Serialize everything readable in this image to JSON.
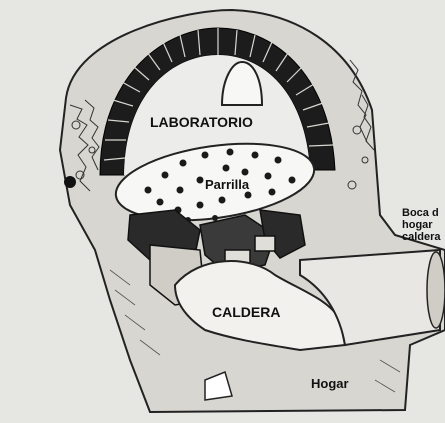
{
  "diagram": {
    "labels": {
      "laboratorio": "LABORATORIO",
      "parrilla": "Parrilla",
      "caldera": "CALDERA",
      "hogar": "Hogar",
      "boca": "Boca d\nhogar\ncaldera"
    },
    "colors": {
      "background": "#e6e6e3",
      "ink": "#111111",
      "stone": "#d8d6d0",
      "paper": "#f7f7f5"
    }
  }
}
